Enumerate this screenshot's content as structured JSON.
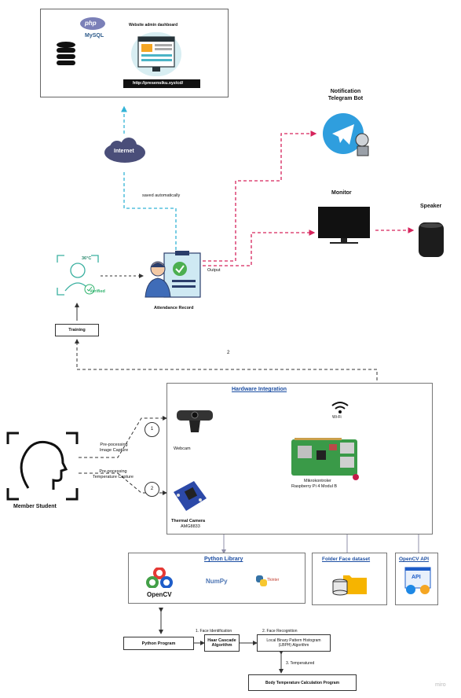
{
  "top_panel": {
    "dashboard_title": "Website admin dashboard",
    "url": "http://presensiku.xyz/cd/",
    "php": "php",
    "mysql": "MySQL"
  },
  "internet": "Internet",
  "saved": "saved automatically",
  "telegram": {
    "line1": "Notification",
    "line2": "Telegram Bot"
  },
  "monitor": "Monitor",
  "speaker": "Speaker",
  "verify": {
    "temp": "36°C",
    "verified": "Verified"
  },
  "attendance": "Attendance Record",
  "output": "Output",
  "training": "Training",
  "two": "2",
  "hardware": {
    "title": "Hardware Integration",
    "wifi": "Wi-Fi",
    "webcam": "Webcam",
    "thermal_l1": "Thermal Camera",
    "thermal_l2": "AMG8833",
    "mk_l1": "Mikrokontroler",
    "mk_l2": "Raspberry Pi 4 Modul B",
    "n1": "1",
    "n2": "2"
  },
  "student": "Member Student",
  "pre1_l1": "Pre-pocessing",
  "pre1_l2": "Image Capture",
  "pre2_l1": "Pre-pocessing",
  "pre2_l2": "Temperature Capture",
  "python_lib": {
    "title": "Python Library",
    "opencv": "OpenCV",
    "numpy": "NumPy",
    "tkinter": "Tkinter"
  },
  "folder": "Folder  Face dataset",
  "opencv_api": {
    "title": "OpenCV API",
    "api": "API"
  },
  "python_program": "Python Program",
  "face_ident": "1. Face Identification",
  "haar_l1": "Haar Cascade",
  "haar_l2": "Algorithm",
  "face_recog": "2. Face Recognition",
  "lbph_l1": "Local Binary Pattern Histogram",
  "lbph_l2": "(LBPH) Algorithm",
  "temperatured": "3. Temperatured",
  "body_temp": "Body Temperature Calculation Program",
  "miro": "miro"
}
